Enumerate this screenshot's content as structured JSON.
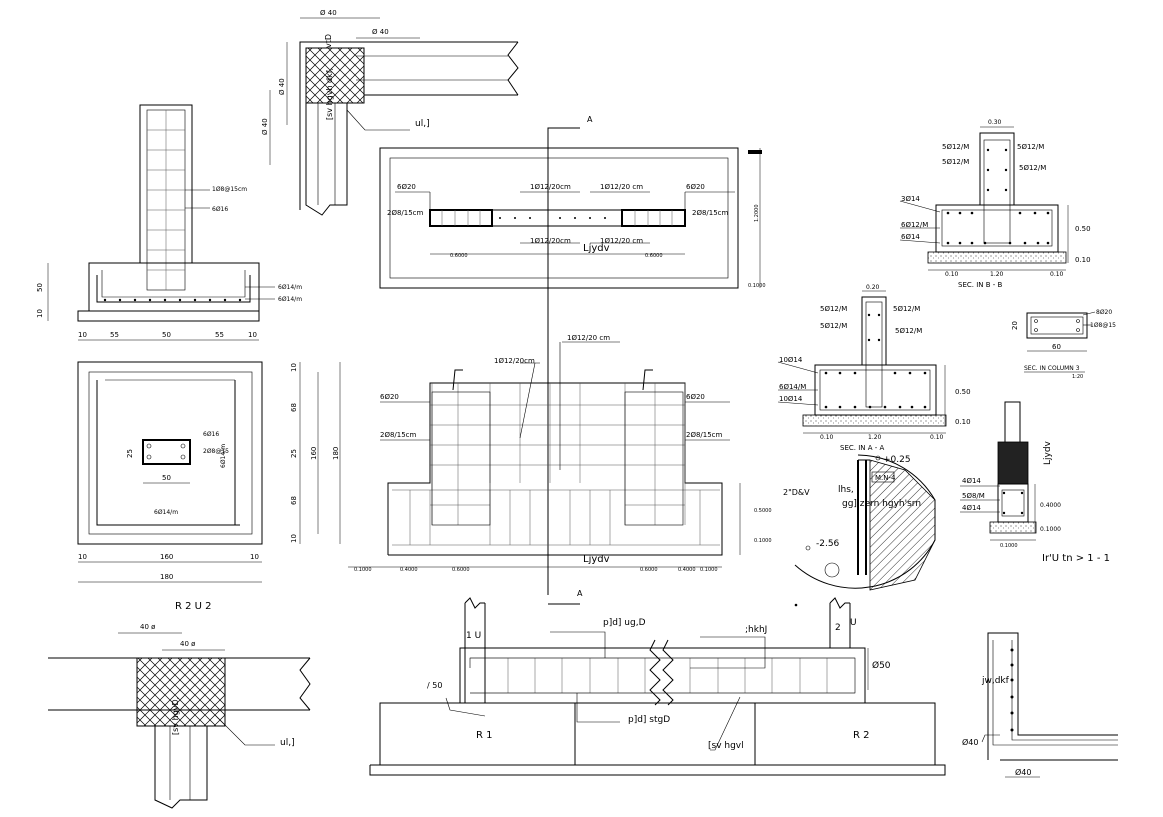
{
  "footing_elevation": {
    "rebar_labels": [
      "1Ø8@15cm",
      "6Ø16",
      "6Ø14/m",
      "6Ø14/m"
    ],
    "dims_left": [
      "50",
      "10"
    ],
    "dims_bottom": [
      "10",
      "55",
      "50",
      "55",
      "10"
    ]
  },
  "footing_plan": {
    "rebar_labels": [
      "6Ø16",
      "6Ø14/m",
      "2Ø8@15",
      "6Ø14/m"
    ],
    "inner_dims": [
      "25",
      "50"
    ],
    "dims_right": [
      "10",
      "68",
      "25",
      "68",
      "10"
    ],
    "dim_total_inner": "160",
    "dim_total_outer": "180",
    "dims_bottom_inner": [
      "10",
      "160",
      "10"
    ],
    "dim_bottom_total": "180",
    "caption": "R 2   U 2"
  },
  "corner_top": {
    "dim_top": "Ø 40",
    "dim_top2": "Ø 40",
    "dim_left1": "Ø 40",
    "dim_left2": "Ø 40",
    "v_text_right": "vtD",
    "v_text_inner": "[sv hgvh dkf,",
    "callout": "ul,]"
  },
  "corner_bottom": {
    "dim_top": "40 ø",
    "dim_top2": "40 ø",
    "v_text_inner": "[sv hgvD,",
    "callout": "ul,]"
  },
  "beam_plan": {
    "rebar_labels": [
      "6Ø20",
      "1Ø12/20cm",
      "1Ø12/20 cm",
      "6Ø20",
      "2Ø8/15cm",
      "2Ø8/15cm",
      "1Ø12/20cm",
      "1Ø12/20 cm"
    ],
    "dims": [
      "0.6000",
      "0.6000"
    ],
    "center_label": "Ljydv",
    "right_dims": [
      "1.2000",
      "0.1000"
    ],
    "section_mark": "A"
  },
  "beam_elevation": {
    "rebar_labels": [
      "1Ø12/20cm",
      "1Ø12/20 cm",
      "6Ø20",
      "6Ø20",
      "2Ø8/15cm",
      "2Ø8/15cm"
    ],
    "bottom_label": "Ljydv",
    "bottom_dims": [
      "0.1000",
      "0.4000",
      "0.6000",
      "0.6000",
      "0.4000",
      "0.1000"
    ],
    "right_dims": [
      "0.5000",
      "0.1000"
    ],
    "section_mark": "A"
  },
  "section_bb": {
    "top_dim": "0.30",
    "rebar_labels": [
      "5Ø12/M",
      "5Ø12/M",
      "5Ø12/M",
      "5Ø12/M",
      "3Ø14",
      "6Ø12/M",
      "6Ø14"
    ],
    "right_dims": [
      "0.50",
      "0.10"
    ],
    "bottom_dims": [
      "0.10",
      "1.20",
      "0.10"
    ],
    "caption": "SEC. IN  B - B"
  },
  "section_aa": {
    "top_dim": "0.20",
    "rebar_labels": [
      "5Ø12/M",
      "5Ø12/M",
      "5Ø12/M",
      "5Ø12/M",
      "10Ø14",
      "6Ø14/M",
      "10Ø14"
    ],
    "right_dims": [
      "0.50",
      "0.10"
    ],
    "bottom_dims": [
      "0.10",
      "1.20",
      "0.10"
    ],
    "caption": "SEC. IN  A - A"
  },
  "column_section": {
    "rebar_labels": [
      "8Ø20",
      "1Ø8@15"
    ],
    "dim_left": "20",
    "dim_bottom": "60",
    "caption": "SEC. IN COLUMN 3",
    "scale": "1:20"
  },
  "drain_detail": {
    "level_top": "+0.25",
    "level_bottom": "-2.56",
    "labels": [
      "M.N-4",
      "2\"D&V",
      "lhs,",
      "gg] zern hgyh'srn"
    ]
  },
  "wall_footing": {
    "rebar_labels": [
      "4Ø14",
      "5Ø8/M",
      "4Ø14"
    ],
    "dims_right": [
      "0.4000",
      "0.1000"
    ],
    "bottom_dim": "0.1000",
    "v_label": "Ljydv",
    "caption": "Ir'U   tn > 1   -   1"
  },
  "grade_beam": {
    "labels": [
      "p]d] ug,D",
      ";hkhJ",
      "p]d] stgD",
      "[sv hgvl"
    ],
    "left_marks": [
      "1 U",
      "/ 50"
    ],
    "right_marks": [
      "2",
      "U",
      "Ø50"
    ],
    "footing_labels": [
      "R 1",
      "R 2"
    ]
  },
  "small_corner": {
    "v_label": "jw,dkf",
    "dims": [
      "Ø40",
      "Ø40"
    ]
  }
}
